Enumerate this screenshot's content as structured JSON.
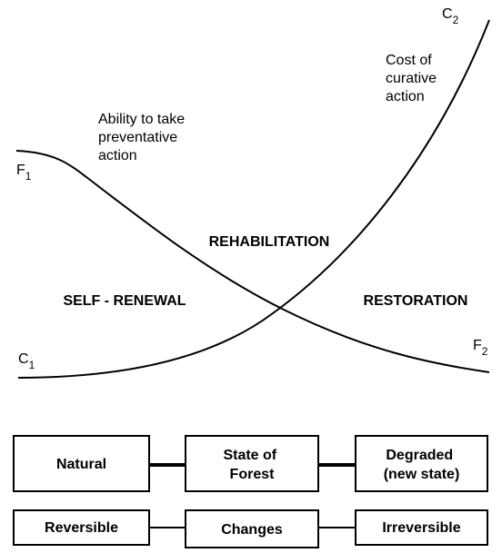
{
  "curves": {
    "curative": {
      "start_label": "C",
      "start_sub": "1",
      "end_label": "C",
      "end_sub": "2",
      "caption": [
        "Cost of",
        "curative",
        "action"
      ]
    },
    "preventative": {
      "start_label": "F",
      "start_sub": "1",
      "end_label": "F",
      "end_sub": "2",
      "caption": [
        "Ability to take",
        "preventative",
        "action"
      ]
    }
  },
  "zones": {
    "left": "SELF - RENEWAL",
    "middle": "REHABILITATION",
    "right": "RESTORATION"
  },
  "rows": [
    {
      "boxes": [
        [
          "Natural"
        ],
        [
          "State of",
          "Forest"
        ],
        [
          "Degraded",
          "(new state)"
        ]
      ]
    },
    {
      "boxes": [
        [
          "Reversible"
        ],
        [
          "Changes"
        ],
        [
          "Irreversible"
        ]
      ]
    }
  ],
  "colors": {
    "line": "#000000",
    "background": "#ffffff"
  }
}
